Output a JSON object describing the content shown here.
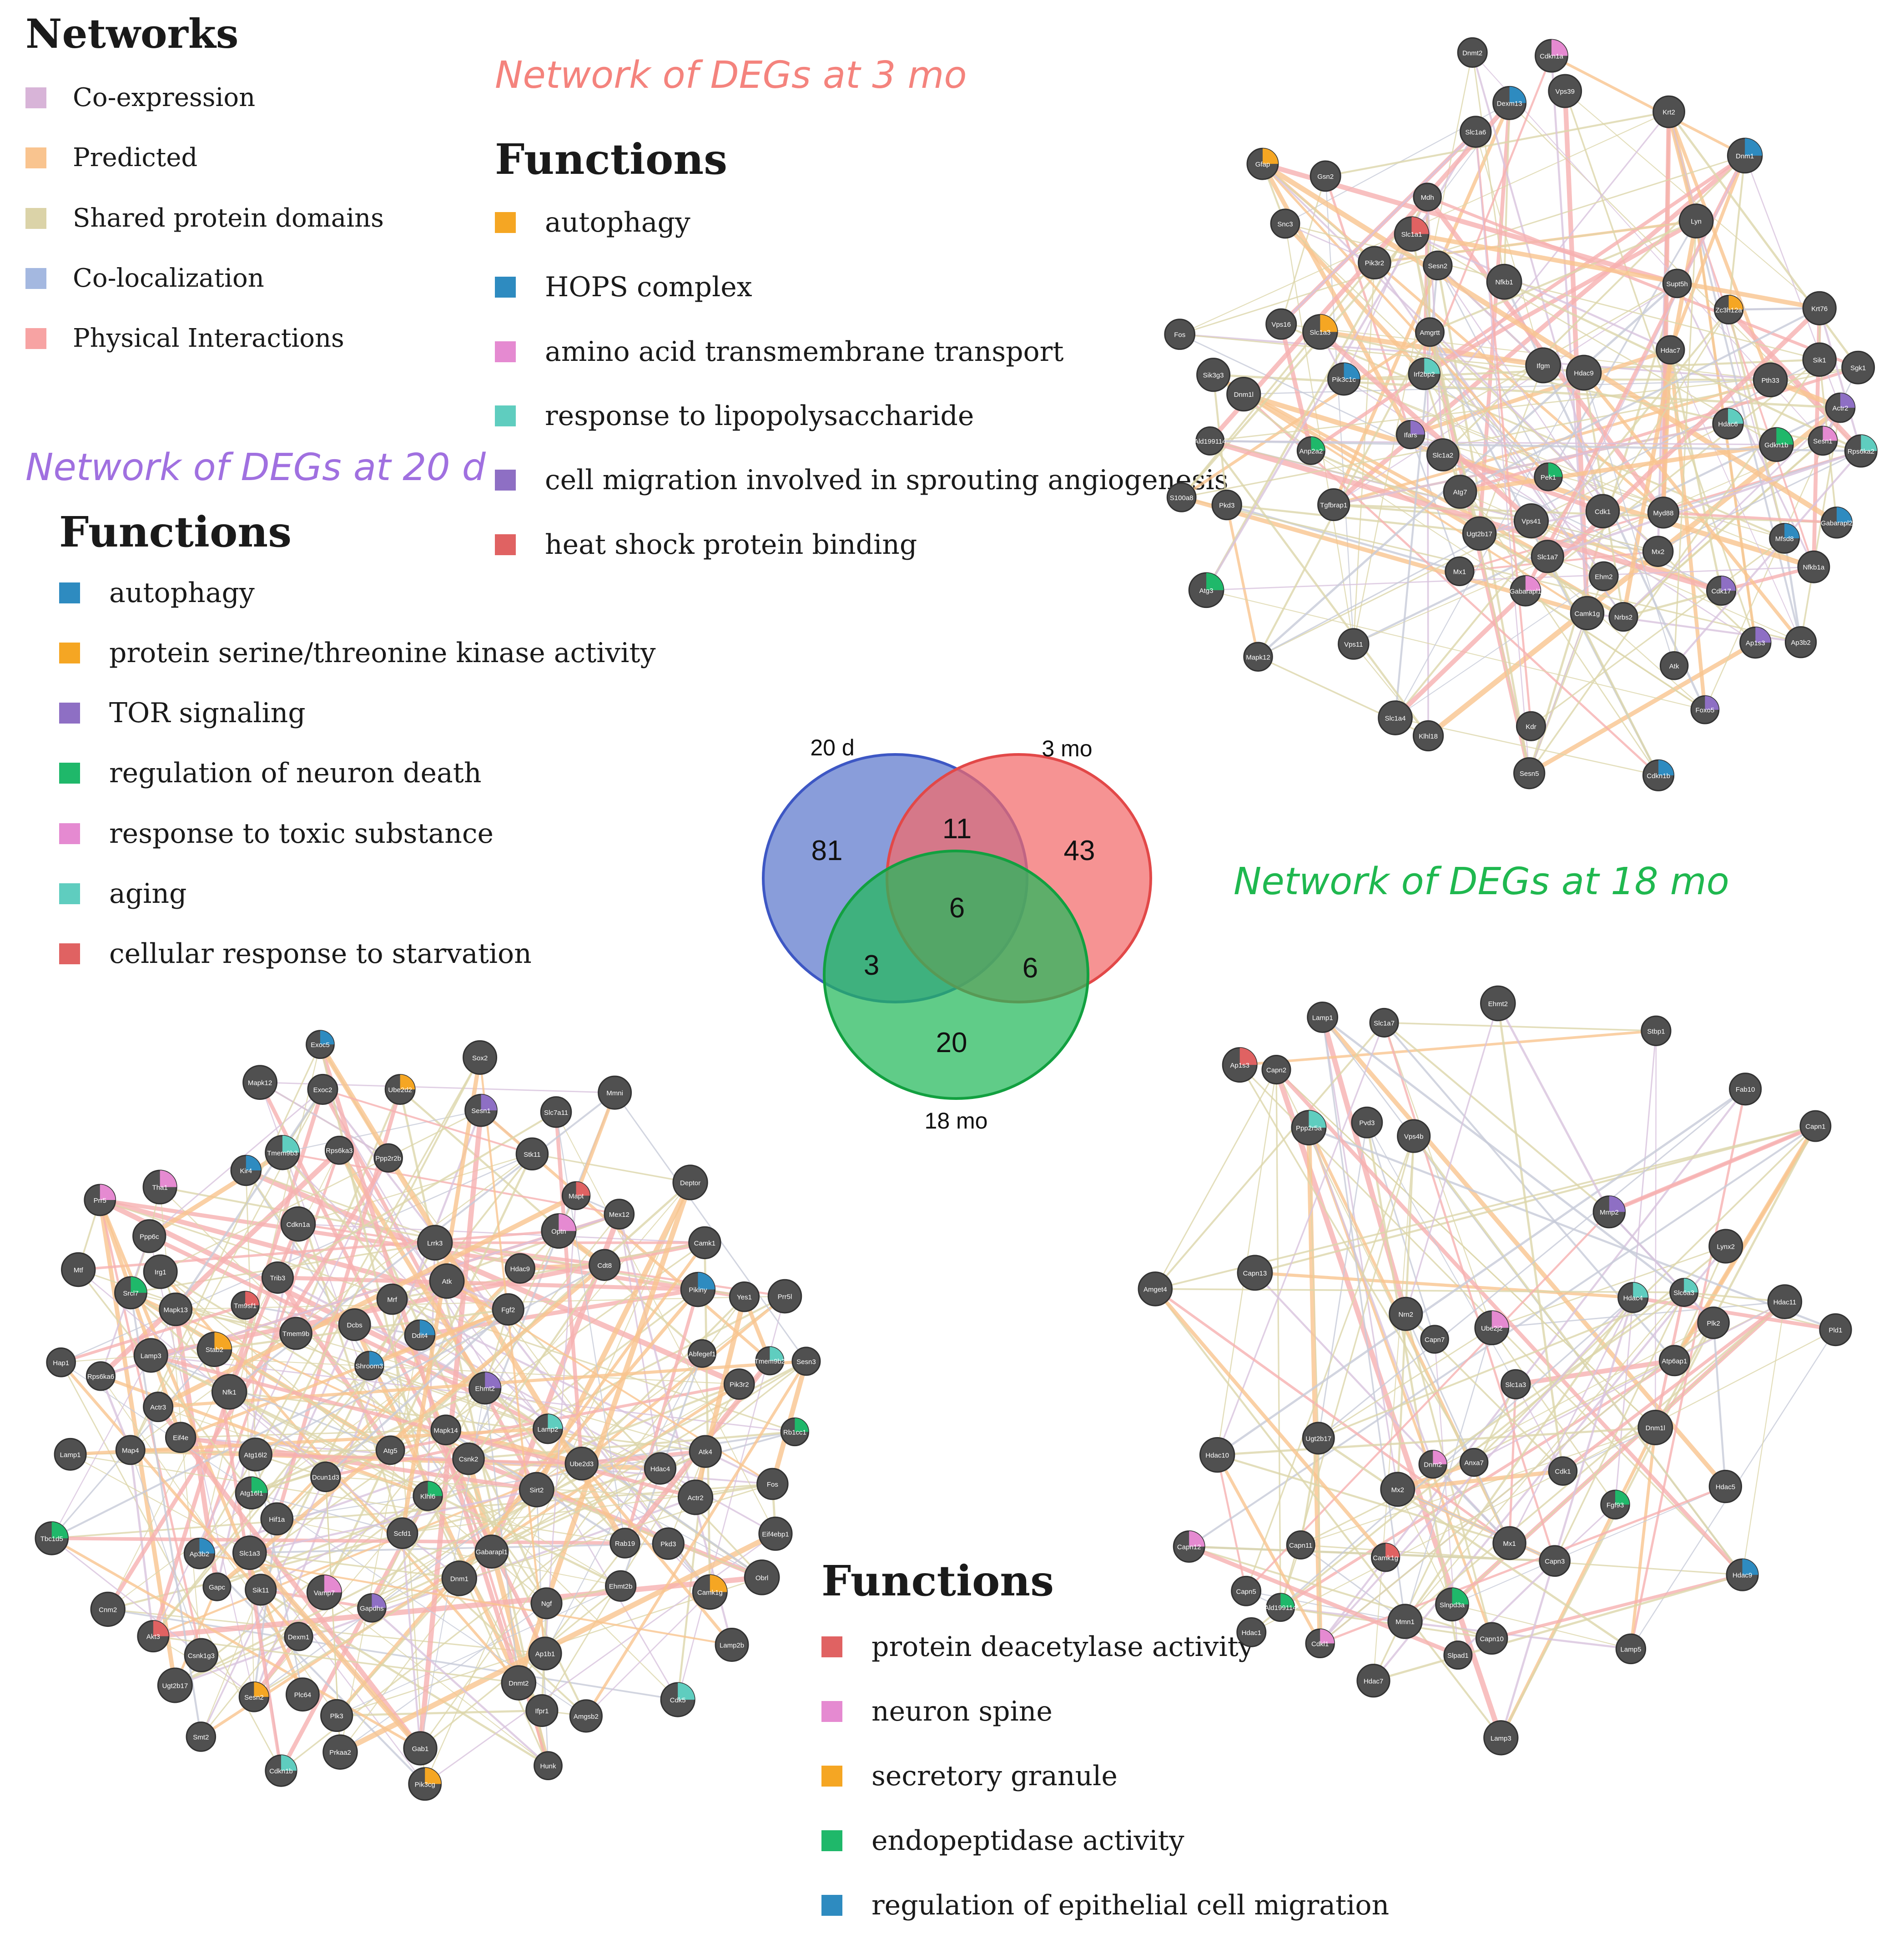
{
  "networks_legend": {
    "title": "Networks",
    "items": [
      {
        "label": "Co-expression",
        "color": "#d8b4d8"
      },
      {
        "label": "Predicted",
        "color": "#f9c48f"
      },
      {
        "label": "Shared protein domains",
        "color": "#dbd3a8"
      },
      {
        "label": "Co-localization",
        "color": "#a4b8e0"
      },
      {
        "label": "Physical Interactions",
        "color": "#f7a3a3"
      }
    ]
  },
  "panel_3mo": {
    "title": "Network of DEGs at 3 mo",
    "title_color": "#f4837d",
    "functions_title": "Functions",
    "functions": [
      {
        "label": "autophagy",
        "color": "#f5a623"
      },
      {
        "label": "HOPS complex",
        "color": "#2e8bc0"
      },
      {
        "label": "amino acid transmembrane transport",
        "color": "#e58ad1"
      },
      {
        "label": "response to lipopolysaccharide",
        "color": "#5fcdbf"
      },
      {
        "label": "cell migration involved in sprouting angiogenesis",
        "color": "#8e6fc4"
      },
      {
        "label": "heat shock protein binding",
        "color": "#e06262"
      }
    ]
  },
  "panel_20d": {
    "title": "Network of DEGs at 20 d",
    "title_color": "#a070e0",
    "functions_title": "Functions",
    "functions": [
      {
        "label": "autophagy",
        "color": "#2e8bc0"
      },
      {
        "label": "protein serine/threonine kinase activity",
        "color": "#f5a623"
      },
      {
        "label": "TOR signaling",
        "color": "#8e6fc4"
      },
      {
        "label": "regulation of neuron death",
        "color": "#1fb86a"
      },
      {
        "label": "response to toxic substance",
        "color": "#e58ad1"
      },
      {
        "label": "aging",
        "color": "#5fcdbf"
      },
      {
        "label": "cellular response to starvation",
        "color": "#e06262"
      }
    ]
  },
  "panel_18mo": {
    "title": "Network of DEGs at 18 mo",
    "title_color": "#1fb84f",
    "functions_title": "Functions",
    "functions": [
      {
        "label": "protein deacetylase activity",
        "color": "#e06262"
      },
      {
        "label": "neuron spine",
        "color": "#e58ad1"
      },
      {
        "label": "secretory granule",
        "color": "#f5a623"
      },
      {
        "label": "endopeptidase activity",
        "color": "#1fb86a"
      },
      {
        "label": "regulation of epithelial cell migration",
        "color": "#2e8bc0"
      }
    ]
  },
  "venn": {
    "sets": [
      {
        "label": "20 d",
        "color": "#5b77cc",
        "only": "81"
      },
      {
        "label": "3 mo",
        "color": "#f36a6a",
        "only": "43"
      },
      {
        "label": "18 mo",
        "color": "#23b85a",
        "only": "20"
      }
    ],
    "overlaps": {
      "d20_mo3": "11",
      "d20_mo18": "3",
      "mo3_mo18": "6",
      "all": "6"
    }
  },
  "graph_3mo_nodes": [
    "Sesn5",
    "Klhl18",
    "Sesn2",
    "Vps16",
    "Vps41",
    "Tgfbrap1",
    "Pkd3",
    "Ap1s3",
    "Sesn1",
    "Pik3r2",
    "Dexm13",
    "Mx1",
    "Mx2",
    "Foxo5",
    "Vps11",
    "Vps39",
    "Dnm1l",
    "Myd88",
    "Nrbs2",
    "Ap3b2",
    "Gsn2",
    "Pik3c1c",
    "Pth33",
    "Ifgm",
    "Krt2",
    "Amgrtt",
    "Ifars",
    "Ehm2",
    "Nfkb1",
    "Nfkb1a",
    "Irf2bp2",
    "Zc3h12a",
    "Fos",
    "Dnmt2",
    "Sik3g3",
    "Pek1",
    "Supt5h",
    "Anp2a2",
    "Dnm1",
    "Mdh",
    "S100a8",
    "Hdac7",
    "Atg7",
    "Mfsd8",
    "Actr2",
    "Camk1g",
    "Cdk17",
    "Hdac6",
    "Atg3",
    "Cdkn1b",
    "Cdkn1a",
    "Sgk1",
    "Lyn",
    "Hdac9",
    "Gabarapl2",
    "Mapk12",
    "Gfap",
    "Slc1a4",
    "Slc1a2",
    "Kdr",
    "Sik1",
    "Gabarapl1",
    "Krt76",
    "Rps6ka2",
    "Cdk1",
    "Atk",
    "Gdkn1b",
    "Snc3",
    "Slc1a1",
    "Slc1a6",
    "Slc1a7",
    "Ugt2b17",
    "Slc1a3",
    "Ald199114"
  ],
  "graph_20d_nodes": [
    "Pik3cg",
    "Ube2d2",
    "Hdac9",
    "Prr5",
    "Shroom3",
    "Ddit4",
    "Mtf",
    "Dexm1",
    "Ugt2b17",
    "Hdac4",
    "Cdkn1b",
    "Gapc",
    "Fos",
    "Deptor",
    "Tmem9b",
    "Prr5l",
    "Mrf",
    "Csnk2",
    "Cnm2",
    "Hunk",
    "Cdk5",
    "Sik11",
    "Kir4",
    "Stk11",
    "Ngf",
    "Sirt2",
    "Tmem9b2",
    "Cdkn1a",
    "Lrrk3",
    "Ap1b1",
    "Mex12",
    "Gabarapl1",
    "Akt3",
    "Pkd3",
    "Trib3",
    "Rps6ka3",
    "Mapk14",
    "Ifpr1",
    "Ap3b2",
    "Ube2d3",
    "Prkaa2",
    "Mmni",
    "Mapk12",
    "Tha1",
    "Camk1g",
    "Amgsb2",
    "Tmem9b3",
    "Dcbs",
    "Ppp6c",
    "Atk4",
    "Mapk13",
    "Camk1",
    "Hif1a",
    "Csnk1g3",
    "Rb1cc1",
    "Srcl7",
    "Tm9sf1",
    "Pik3r2",
    "Plk3",
    "Rps6ka6",
    "Ppp2r2b",
    "Klhl6",
    "Vamp7",
    "Optn",
    "Ehmt2",
    "Sesn1",
    "Exoc5",
    "Eif4ebp1",
    "Plc64",
    "Obrl",
    "Lamp1",
    "Tbc1d5",
    "Pikiny",
    "Irg1",
    "Ehmt2b",
    "Eif4e",
    "Atg5",
    "Actr3",
    "Sesn2",
    "Lamp2",
    "Cdt8",
    "Abfegef1",
    "Slc7a11",
    "Gab1",
    "Rab19",
    "Hap1",
    "Exoc2",
    "Sesn3",
    "Smt2",
    "Map4",
    "Dnm1",
    "Nfk1",
    "Lamp2b",
    "Scfd1",
    "Dnmt2",
    "Mapt",
    "Fgf2",
    "Slc1a3",
    "Lamp3",
    "Actr2",
    "Stab2",
    "Yes1",
    "Atg16l1",
    "Gapdhs",
    "Sox2",
    "Atk",
    "Dcun1d3",
    "Atg16l2"
  ],
  "graph_18mo_nodes": [
    "Lamp3",
    "Lamp5",
    "Atp6ap1",
    "Lynx2",
    "Lamp1",
    "Ap1s3",
    "Ube2j2",
    "Capn11",
    "Pvd3",
    "Capn5",
    "Slnpd3a",
    "Fab10",
    "Capn10",
    "Capn2",
    "Capn7",
    "Capn12",
    "Capn13",
    "Ppp2r5a",
    "Slc1a7",
    "Stbp1",
    "Dnm1l",
    "Pld1",
    "Dnm2",
    "Mx2",
    "Hdac9",
    "Slc1a3",
    "Ald199114",
    "Hdac7",
    "Amget4",
    "Capn3",
    "Capn1",
    "Vps4b",
    "Cdk1",
    "Hdac10",
    "Hdac11",
    "Hdac5",
    "Anxa7",
    "Mx1",
    "Ehmt2",
    "Fgf93",
    "Mmn1",
    "Mmp2",
    "Hdac4",
    "Hdac1",
    "Slc6a3",
    "Plk2",
    "Camk1g",
    "Cdkl1",
    "Ugt2b17",
    "Nrn2",
    "Slpad1"
  ]
}
